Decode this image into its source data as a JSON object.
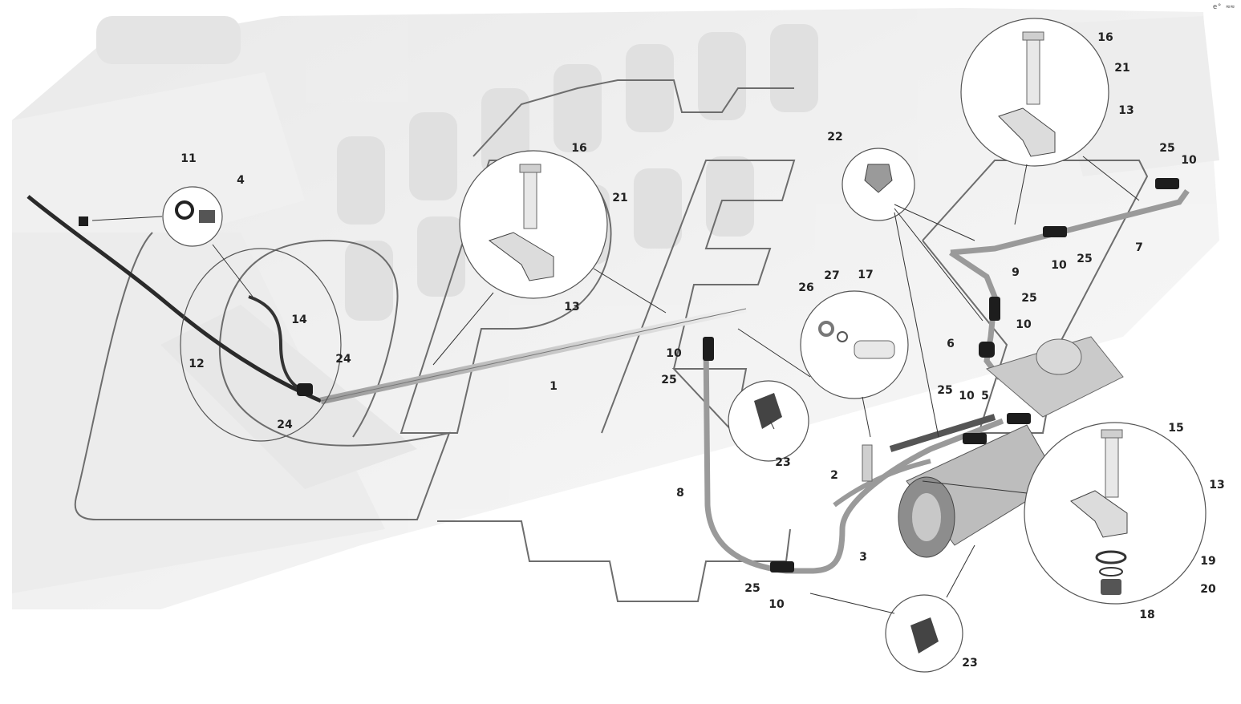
{
  "diagram": {
    "corner_mark": "e° ≈≈",
    "callouts": [
      {
        "id": "c1",
        "text": "1"
      },
      {
        "id": "c2",
        "text": "2"
      },
      {
        "id": "c3",
        "text": "3"
      },
      {
        "id": "c4",
        "text": "4"
      },
      {
        "id": "c5",
        "text": "5"
      },
      {
        "id": "c6",
        "text": "6"
      },
      {
        "id": "c7",
        "text": "7"
      },
      {
        "id": "c8",
        "text": "8"
      },
      {
        "id": "c9",
        "text": "9"
      },
      {
        "id": "c10a",
        "text": "10"
      },
      {
        "id": "c10b",
        "text": "10"
      },
      {
        "id": "c10c",
        "text": "10"
      },
      {
        "id": "c10d",
        "text": "10"
      },
      {
        "id": "c10e",
        "text": "10"
      },
      {
        "id": "c10f",
        "text": "10"
      },
      {
        "id": "c11",
        "text": "11"
      },
      {
        "id": "c12",
        "text": "12"
      },
      {
        "id": "c13a",
        "text": "13"
      },
      {
        "id": "c13b",
        "text": "13"
      },
      {
        "id": "c13c",
        "text": "13"
      },
      {
        "id": "c14",
        "text": "14"
      },
      {
        "id": "c15",
        "text": "15"
      },
      {
        "id": "c16a",
        "text": "16"
      },
      {
        "id": "c16b",
        "text": "16"
      },
      {
        "id": "c17",
        "text": "17"
      },
      {
        "id": "c18",
        "text": "18"
      },
      {
        "id": "c19",
        "text": "19"
      },
      {
        "id": "c20",
        "text": "20"
      },
      {
        "id": "c21a",
        "text": "21"
      },
      {
        "id": "c21b",
        "text": "21"
      },
      {
        "id": "c22",
        "text": "22"
      },
      {
        "id": "c23a",
        "text": "23"
      },
      {
        "id": "c23b",
        "text": "23"
      },
      {
        "id": "c24a",
        "text": "24"
      },
      {
        "id": "c24b",
        "text": "24"
      },
      {
        "id": "c25a",
        "text": "25"
      },
      {
        "id": "c25b",
        "text": "25"
      },
      {
        "id": "c25c",
        "text": "25"
      },
      {
        "id": "c25d",
        "text": "25"
      },
      {
        "id": "c25e",
        "text": "25"
      },
      {
        "id": "c25f",
        "text": "25"
      },
      {
        "id": "c26",
        "text": "26"
      },
      {
        "id": "c27",
        "text": "27"
      }
    ]
  }
}
